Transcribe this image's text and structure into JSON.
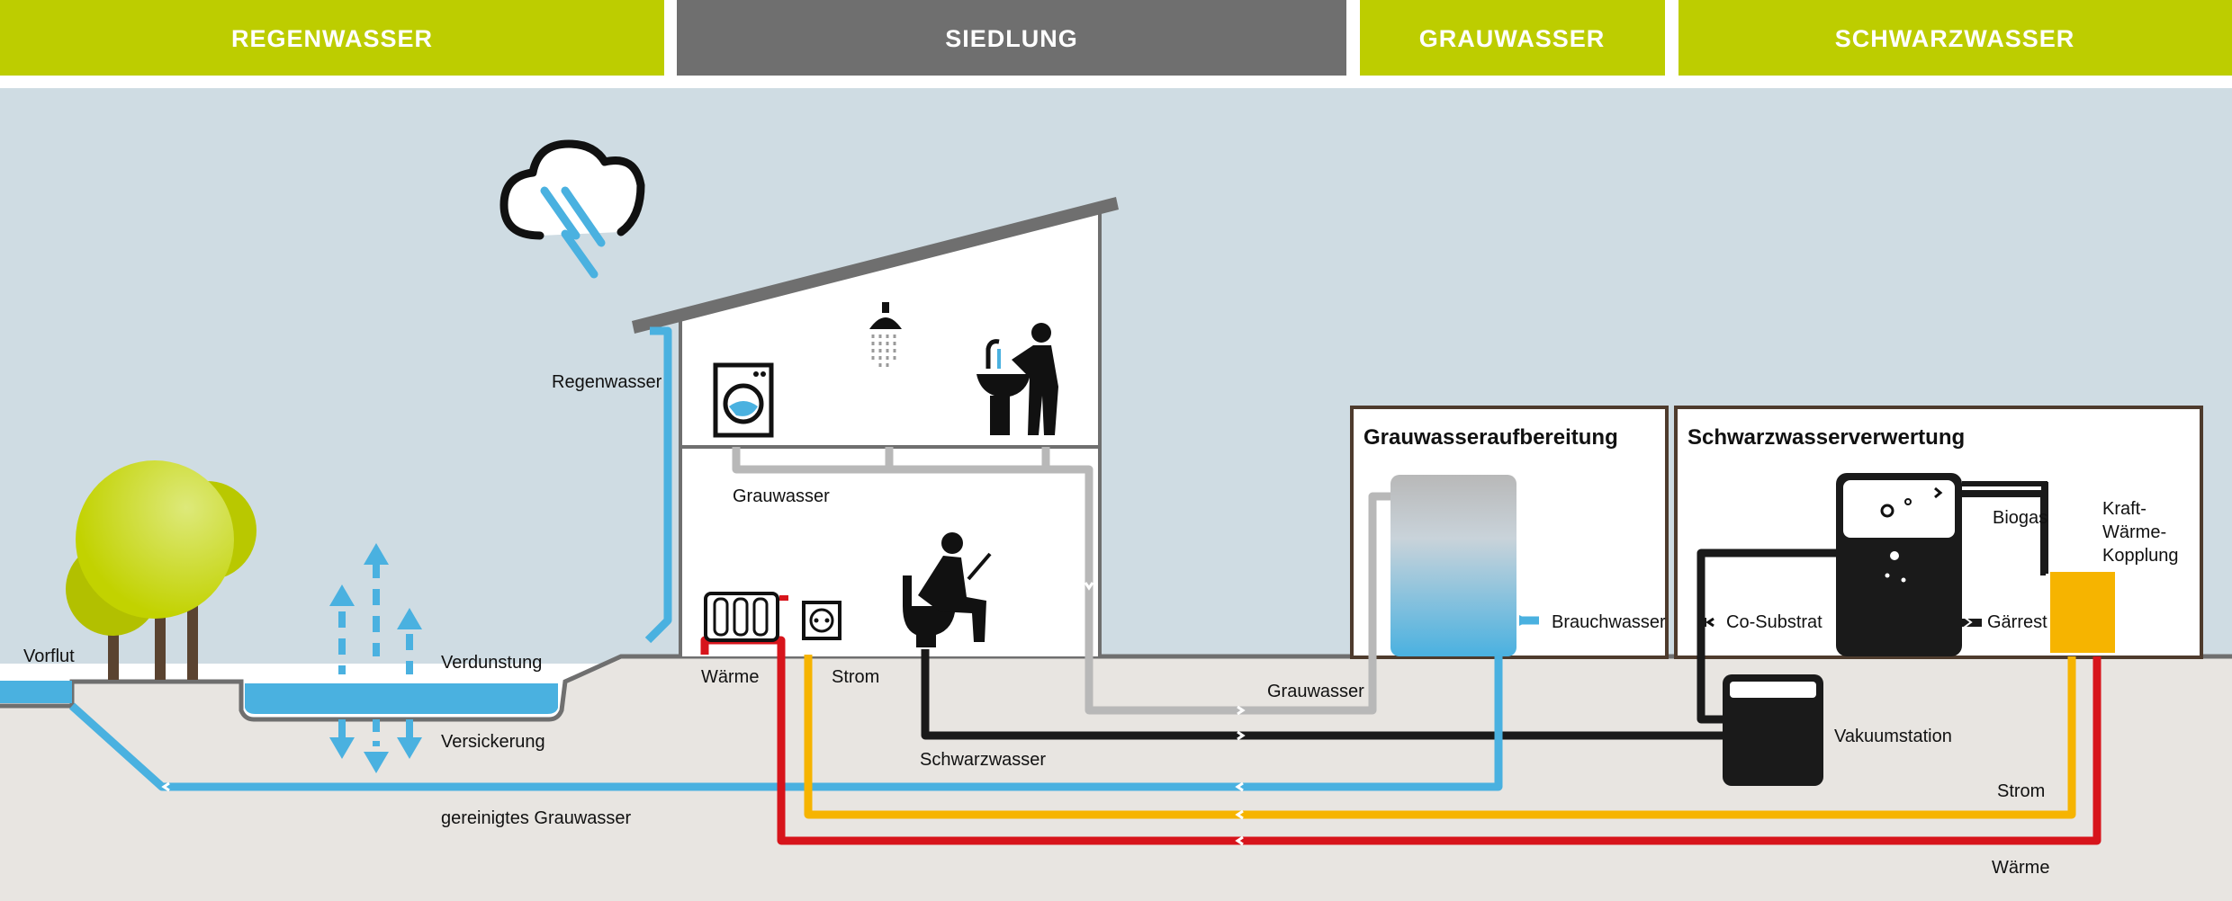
{
  "headers": {
    "regenwasser": "REGENWASSER",
    "siedlung": "SIEDLUNG",
    "grauwasser": "GRAUWASSER",
    "schwarzwasser": "SCHWARZWASSER"
  },
  "labels": {
    "regenwasser": "Regenwasser",
    "grauwasser_house": "Grauwasser",
    "waerme_house": "Wärme",
    "strom_house": "Strom",
    "vorflut": "Vorflut",
    "verdunstung": "Verdunstung",
    "versickerung": "Versickerung",
    "gereinigtes_grauwasser": "gereinigtes Grauwasser",
    "schwarzwasser": "Schwarzwasser",
    "grauwasser_pipe": "Grauwasser",
    "brauchwasser": "Brauchwasser",
    "co_substrat": "Co-Substrat",
    "biogas": "Biogas",
    "gaerrest": "Gärrest",
    "kwk_line1": "Kraft-",
    "kwk_line2": "Wärme-",
    "kwk_line3": "Kopplung",
    "vakuumstation": "Vakuumstation",
    "strom_pipe": "Strom",
    "waerme_pipe": "Wärme"
  },
  "boxes": {
    "grauwasser_title": "Grauwasseraufbereitung",
    "schwarzwasser_title": "Schwarzwasserverwertung"
  },
  "icons": [
    "cloud-rain-icon",
    "washing-machine-icon",
    "shower-icon",
    "person-washing-hands-icon",
    "person-on-toilet-icon",
    "radiator-icon",
    "power-socket-icon",
    "tree-icon",
    "greywater-tank-icon",
    "digester-icon",
    "chp-unit-icon",
    "vacuum-station-icon"
  ],
  "colors": {
    "header_green": "#bdcd00",
    "header_grey": "#6f6f6f",
    "sky": "#cfdce3",
    "ground": "#e8e5e1",
    "water_blue": "#4ab1e0",
    "grey_pipe": "#b8b8b8",
    "black_pipe": "#1a1a1a",
    "power_yellow": "#f6b400",
    "heat_red": "#d7141b",
    "tree_green": "#c6d500"
  }
}
